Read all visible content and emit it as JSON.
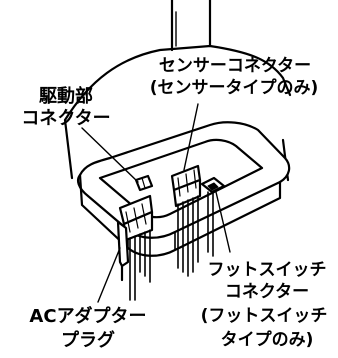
{
  "labels": {
    "drive_connector": [
      "駆動部",
      "コネクター"
    ],
    "sensor_connector": [
      "センサーコネクター",
      "(センサータイプのみ)"
    ],
    "footswitch_connector": [
      "フットスイッチ",
      "コネクター",
      "(フットスイッチ",
      "タイプのみ)"
    ],
    "ac_adapter_plug": [
      "ACアダプター",
      "プラグ"
    ]
  },
  "colors": {
    "line": "#000000",
    "fill": "#ffffff",
    "background": "#ffffff"
  }
}
